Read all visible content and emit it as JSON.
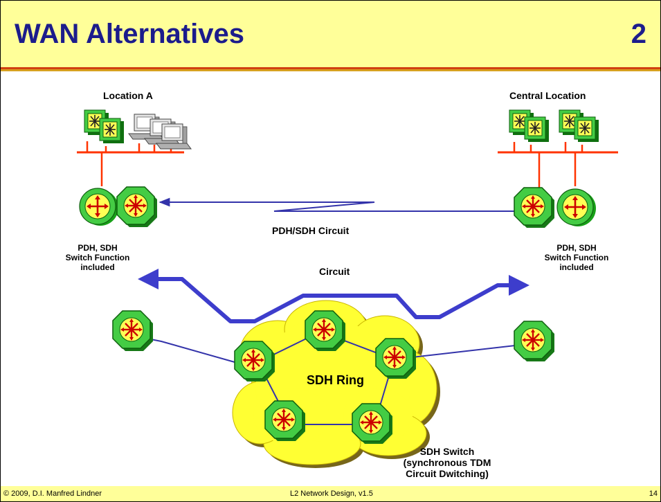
{
  "slide": {
    "title": "WAN Alternatives",
    "number": "2"
  },
  "labels": {
    "location_a": "Location A",
    "central_location": "Central Location",
    "pdh_sdh_circuit": "PDH/SDH Circuit",
    "circuit": "Circuit",
    "left_switch_line1": "PDH, SDH",
    "left_switch_line2": "Switch Function",
    "left_switch_line3": "included",
    "right_switch_line1": "PDH, SDH",
    "right_switch_line2": "Switch Function",
    "right_switch_line3": "included",
    "sdh_ring": "SDH Ring",
    "sdh_switch_line1": "SDH Switch",
    "sdh_switch_line2": "(synchronous TDM",
    "sdh_switch_line3": "Circuit Dwitching)"
  },
  "footer": {
    "copyright": "© 2009, D.I. Manfred Lindner",
    "course": "L2 Network Design, v1.5",
    "page": "14"
  },
  "colors": {
    "title_bar": "#ffff99",
    "title_text": "#1c1c8c",
    "ethernet": "#ff3300",
    "link": "#3333aa",
    "circuit_path": "#3d3dcc",
    "switch_green": "#33cc33",
    "ring_cloud": "#ffff33"
  }
}
